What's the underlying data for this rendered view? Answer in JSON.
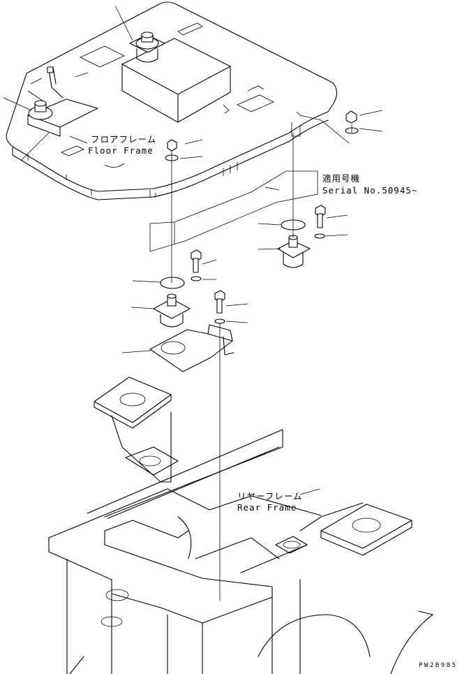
{
  "labels": {
    "floor_frame_jp": "フロアフレーム",
    "floor_frame_en": "Floor Frame",
    "serial_jp": "適用号機",
    "serial_en": "Serial No.50945~",
    "rear_frame_jp": "リヤーフレーム",
    "rear_frame_en": "Rear Frame"
  },
  "drawing_code": "PW2B985"
}
